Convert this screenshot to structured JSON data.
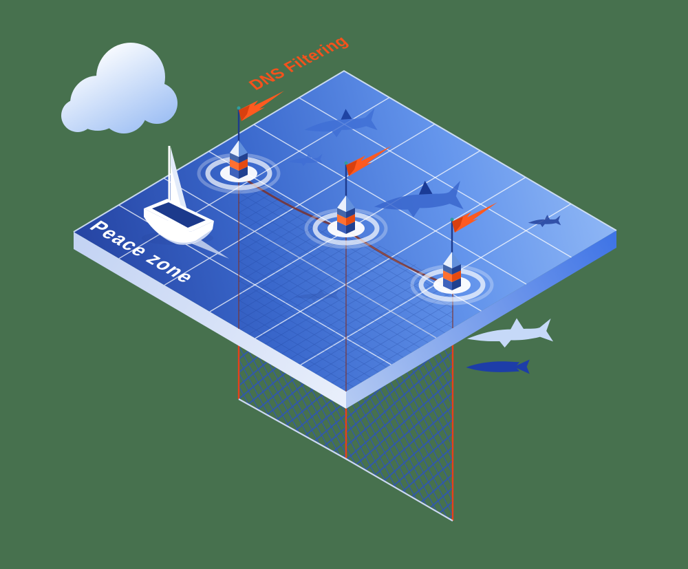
{
  "scene": {
    "labels": {
      "dns_filtering": "DNS Filtering",
      "peace_zone": "Peace zone"
    },
    "palette": {
      "background": "#47714e",
      "water-dark": "#24419f",
      "water-mid": "#3d6fd6",
      "water-light": "#93baf6",
      "accent-orange": "#ff5a1f",
      "label-orange": "#f4521c",
      "label-white": "#ffffff",
      "rope-red": "#e8401a",
      "net-blue": "#2e55b5",
      "navy": "#1e3a8c",
      "cloud-blue": "#a9c6f6",
      "slab-light-face": "#c9d8f5",
      "slab-blue-face": "#4076e6"
    },
    "illustration": {
      "cloud_count": 1,
      "boat": "white sailboat in peace zone",
      "buoy_count": 3,
      "flag_count": 3,
      "shark_silhouettes_inside_zone": 5,
      "fish_outside_net": 2,
      "net": "underwater filtering net hanging from buoy line",
      "surface": "isometric water plane with grid"
    }
  }
}
